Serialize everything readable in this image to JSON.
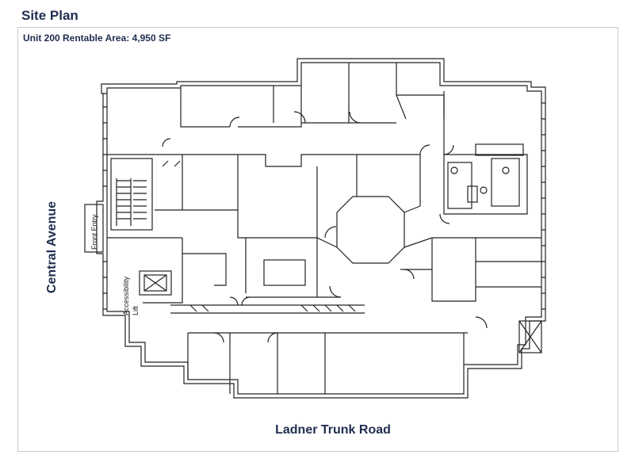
{
  "header": {
    "title": "Site Plan"
  },
  "plan": {
    "unit_area": "Unit 200 Rentable Area: 4,950 SF",
    "street_west": "Central Avenue",
    "street_south": "Ladner Trunk Road",
    "label_front_entry": "Front Entry",
    "label_accessibility_line1": "Accessibility",
    "label_accessibility_line2": "Lift"
  },
  "colors": {
    "heading": "#1f2d4e",
    "lines": "#222222",
    "frame": "#c9c9c9"
  }
}
